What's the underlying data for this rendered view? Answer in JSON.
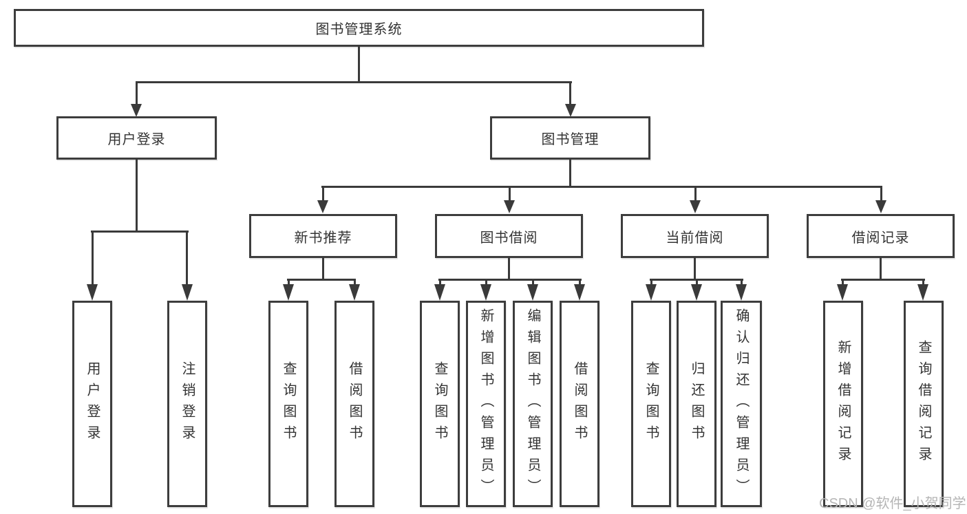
{
  "diagram": {
    "root": {
      "label": "图书管理系统"
    },
    "level2": {
      "user_login": "用户登录",
      "book_management": "图书管理"
    },
    "level3": {
      "new_book": "新书推荐",
      "book_borrow": "图书借阅",
      "current_borrow": "当前借阅",
      "borrow_record": "借阅记录"
    },
    "leaves": {
      "user_login": [
        "用户登录",
        "注销登录"
      ],
      "new_book": [
        "查询图书",
        "借阅图书"
      ],
      "book_borrow": [
        "查询图书",
        "新增图书（管理员）",
        "编辑图书（管理员）",
        "借阅图书"
      ],
      "current_borrow": [
        "查询图书",
        "归还图书",
        "确认归还（管理员）"
      ],
      "borrow_record": [
        "新增借阅记录",
        "查询借阅记录"
      ]
    }
  },
  "watermark": {
    "text": "CSDN @软件_小贺同学"
  },
  "colors": {
    "line": "#3a3a3a",
    "box_border": "#3d3d3d",
    "text": "#333333",
    "watermark": "#b5b5b5",
    "background": "#ffffff"
  }
}
